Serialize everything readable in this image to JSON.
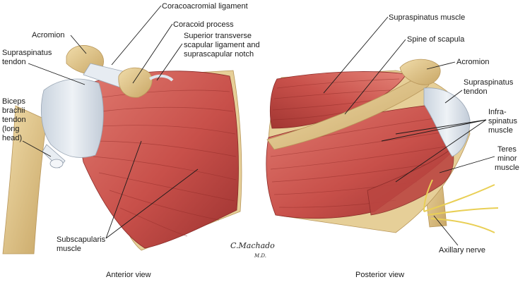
{
  "anterior": {
    "caption": "Anterior view",
    "labels": {
      "coracoacromial": "Coracoacromial ligament",
      "coracoid": "Coracoid process",
      "acromion": "Acromion",
      "stl_1": "Superior transverse",
      "stl_2": "scapular ligament and",
      "stl_3": "suprascapular notch",
      "supra_tendon_1": "Supraspinatus",
      "supra_tendon_2": "tendon",
      "biceps_1": "Biceps",
      "biceps_2": "brachii",
      "biceps_3": "tendon",
      "biceps_4": "(long",
      "biceps_5": "head)",
      "subscap_1": "Subscapularis",
      "subscap_2": "muscle"
    }
  },
  "posterior": {
    "caption": "Posterior view",
    "labels": {
      "supraspinatus_muscle": "Supraspinatus muscle",
      "spine": "Spine of scapula",
      "acromion": "Acromion",
      "supra_tendon_1": "Supraspinatus",
      "supra_tendon_2": "tendon",
      "infra_1": "Infra-",
      "infra_2": "spinatus",
      "infra_3": "muscle",
      "teres_1": "Teres",
      "teres_2": "minor",
      "teres_3": "muscle",
      "axillary": "Axillary nerve"
    }
  },
  "signature": {
    "name": "C.Machado",
    "suffix": "M.D."
  },
  "colors": {
    "muscle": "#c8504a",
    "muscle_dark": "#9c3230",
    "muscle_light": "#e07a70",
    "tendon": "#dfe6ee",
    "bone": "#e6cf98",
    "bone_dark": "#b8965a",
    "nerve": "#f1dc6e"
  }
}
